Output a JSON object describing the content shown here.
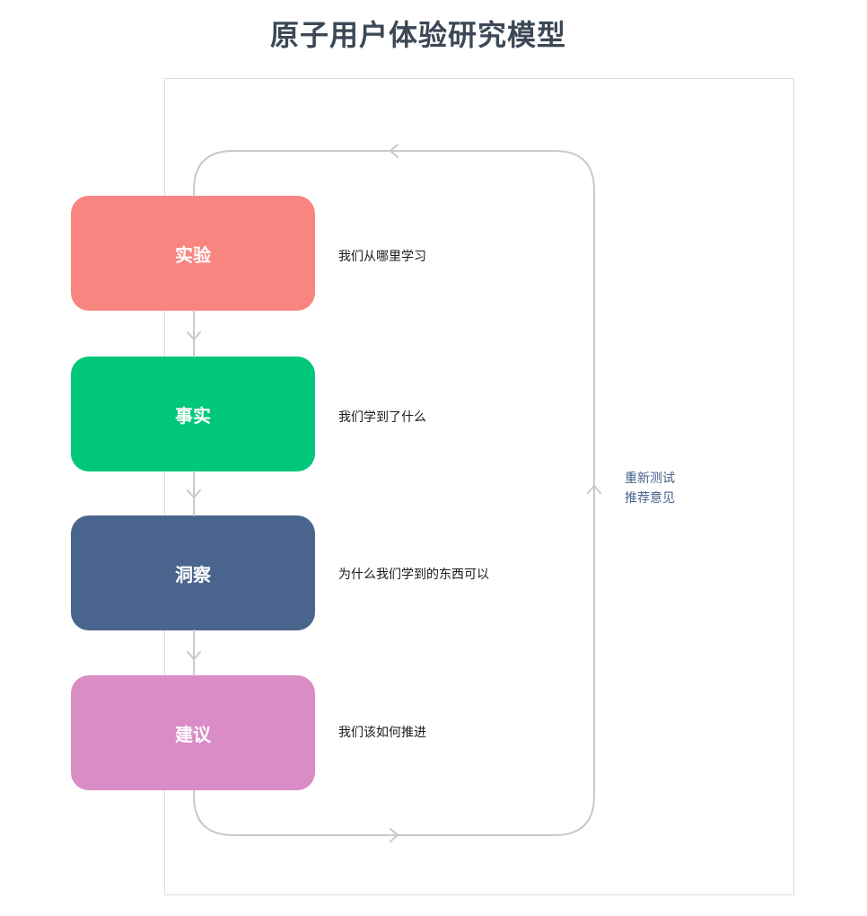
{
  "title": "原子用户体验研究模型",
  "stages": [
    {
      "label": "实验",
      "description": "我们从哪里学习",
      "color": "#f98580"
    },
    {
      "label": "事实",
      "description": "我们学到了什么",
      "color": "#01c77a"
    },
    {
      "label": "洞察",
      "description": "为什么我们学到的东西可以",
      "color": "#49658e"
    },
    {
      "label": "建议",
      "description": "我们该如何推进",
      "color": "#d98cc6"
    }
  ],
  "loop": {
    "line1": "重新测试",
    "line2": "推荐意见"
  },
  "colors": {
    "title": "#3d4856",
    "connector": "#c9c9c9",
    "loop_text": "#46628c"
  }
}
